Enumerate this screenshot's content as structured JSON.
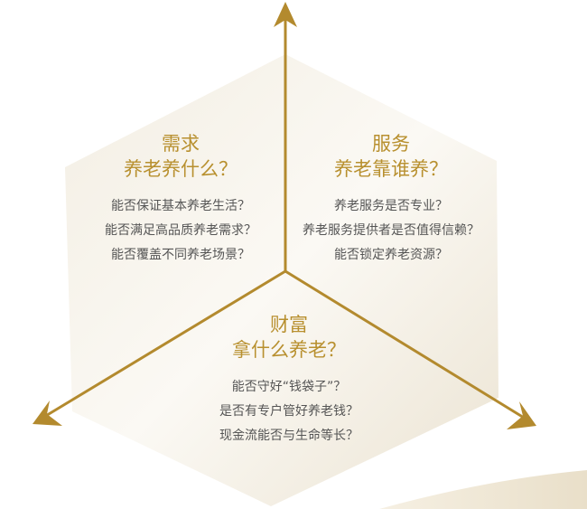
{
  "colors": {
    "accent_gold": "#b8902f",
    "hexagon_fill_light": "#fbf9f4",
    "hexagon_fill_dark": "#ece4d3",
    "question_text": "#555555",
    "background": "#ffffff"
  },
  "diagram": {
    "type": "three-axis hexagon",
    "center_icon": "axes-center",
    "arrows": [
      {
        "direction": "up",
        "icon": "arrow-up-icon"
      },
      {
        "direction": "down-left",
        "icon": "arrow-down-left-icon"
      },
      {
        "direction": "down-right",
        "icon": "arrow-down-right-icon"
      }
    ]
  },
  "sections": {
    "demand": {
      "title_line1": "需求",
      "title_line2": "养老养什么？",
      "questions": [
        "能否保证基本养老生活？",
        "能否满足高品质养老需求？",
        "能否覆盖不同养老场景？"
      ]
    },
    "service": {
      "title_line1": "服务",
      "title_line2": "养老靠谁养？",
      "questions": [
        "养老服务是否专业？",
        "养老服务提供者是否值得信赖？",
        "能否锁定养老资源？"
      ]
    },
    "wealth": {
      "title_line1": "财富",
      "title_line2": "拿什么养老？",
      "questions": [
        "能否守好“钱袋子”？",
        "是否有专户管好养老钱？",
        "现金流能否与生命等长？"
      ]
    }
  }
}
